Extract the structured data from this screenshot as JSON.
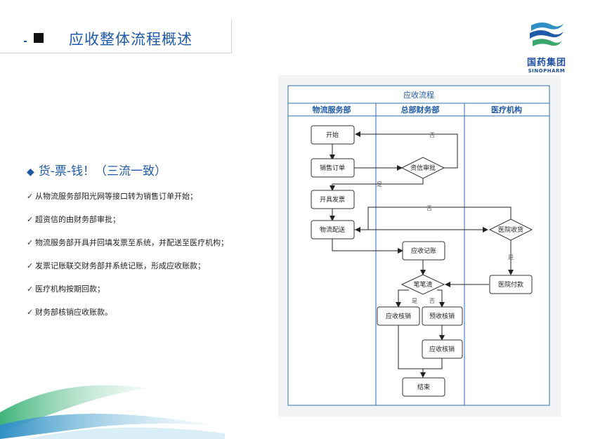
{
  "title": "应收整体流程概述",
  "logo": {
    "cn": "国药集团",
    "en": "SINOPHARM"
  },
  "heading": "货-票-钱！（三流一致）",
  "bullets": [
    "从物流服务部阳光网等接口转为销售订单开始；",
    "超资信的由财务部审批；",
    "物流服务部开具并回填发票至系统，并配送至医疗机构；",
    "发票记账联交财务部并系统记账，形成应收账款；",
    "医疗机构按期回款；",
    "财务部核销应收账款。"
  ],
  "diagram": {
    "title": "应收流程",
    "lanes": [
      "物流服务部",
      "总部财务部",
      "医疗机构"
    ],
    "nodes": {
      "start": "开始",
      "sales_order": "销售订单",
      "credit_approval": "资信审批",
      "invoice": "开具发票",
      "delivery": "物流配送",
      "hospital_receive": "医院收货",
      "ar_booking": "应收记账",
      "hospital_pay": "医院付款",
      "one_to_one": "笔笔清",
      "ar_writeoff": "应收核销",
      "prepay_writeoff": "预收核销",
      "ar_writeoff_2": "应收核销",
      "end": "结束"
    },
    "edge_labels": {
      "no": "否",
      "yes": "是"
    }
  }
}
